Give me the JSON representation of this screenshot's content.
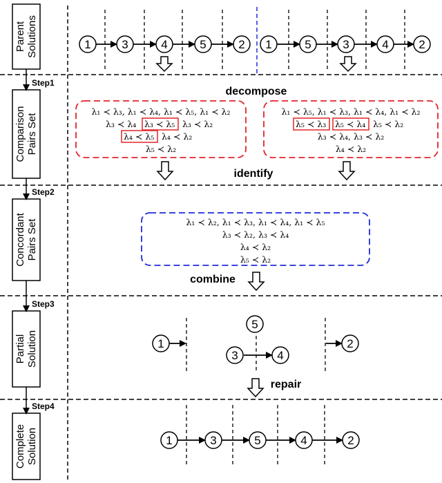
{
  "stages": [
    {
      "label_lines": [
        "Parent",
        "Solutions"
      ]
    },
    {
      "label_lines": [
        "Comparison",
        "Pairs Set"
      ]
    },
    {
      "label_lines": [
        "Concordant",
        "Pairs Set"
      ]
    },
    {
      "label_lines": [
        "Partial",
        "Solution"
      ]
    },
    {
      "label_lines": [
        "Complete",
        "Solution"
      ]
    }
  ],
  "steps": [
    "Step1",
    "Step2",
    "Step3",
    "Step4"
  ],
  "operations": {
    "decompose": "decompose",
    "identify": "identify",
    "combine": "combine",
    "repair": "repair"
  },
  "parent_solutions": {
    "left": [
      "1",
      "3",
      "4",
      "5",
      "2"
    ],
    "right": [
      "1",
      "5",
      "3",
      "4",
      "2"
    ]
  },
  "comparison_pairs": {
    "left": [
      "λ₁ ≺ λ₃, λ₁ ≺ λ₄, λ₁ ≺ λ₅, λ₁ ≺ λ₂",
      [
        "λ₃ ≺ λ₄",
        "λ₃ ≺ λ₅",
        "λ₃ ≺ λ₂"
      ],
      [
        "λ₄ ≺ λ₅",
        "λ₄ ≺ λ₂"
      ],
      "λ₅ ≺ λ₂"
    ],
    "right": [
      "λ₁ ≺ λ₅, λ₁ ≺ λ₃, λ₁ ≺ λ₄, λ₁ ≺ λ₂",
      [
        "λ₅ ≺ λ₃",
        "λ₅ ≺ λ₄",
        "λ₅ ≺ λ₂"
      ],
      "λ₃ ≺ λ₄, λ₃ ≺ λ₂",
      "λ₄ ≺ λ₂"
    ]
  },
  "concordant_pairs": [
    "λ₁ ≺ λ₂, λ₁ ≺ λ₃, λ₁ ≺ λ₄, λ₁ ≺ λ₅",
    "λ₃ ≺ λ₂, λ₃ ≺ λ₄",
    "λ₄ ≺ λ₂",
    "λ₅ ≺ λ₂"
  ],
  "partial_solution": {
    "start": "1",
    "middle_top": "5",
    "middle_left": "3",
    "middle_right": "4",
    "end": "2"
  },
  "complete_solution": [
    "1",
    "3",
    "5",
    "4",
    "2"
  ],
  "colors": {
    "red": "#e0242a",
    "blue": "#1f2bd8",
    "black": "#000000"
  }
}
